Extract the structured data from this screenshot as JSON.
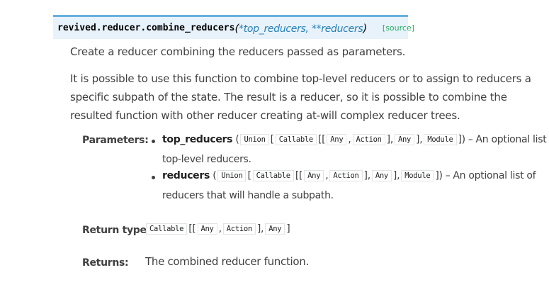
{
  "signature": {
    "name": "revived.reducer.combine_reducers",
    "open_paren": "(",
    "params": "*top_reducers, **reducers",
    "close_paren": ")",
    "source_link": "[source]"
  },
  "description": [
    "Create a reducer combining the reducers passed as parameters.",
    "It is possible to use this function to combine top-level reducers or to assign to reducers a specific subpath of the state. The result is a reducer, so it is possible to combine the resulted function with other reducer creating at-will complex reducer trees."
  ],
  "parameters": {
    "label": "Parameters:",
    "items": [
      {
        "name": "top_reducers",
        "type_open": "(",
        "union": "Union",
        "b1": "[",
        "callable": "Callable",
        "b2": "[[",
        "any": "Any",
        "comma1": ",",
        "action": "Action",
        "b3": "],",
        "any2": "Any",
        "b4": "],",
        "module": "Module",
        "b5": "])",
        "dash": "–",
        "desc_line1": "An optional list of",
        "desc_line2": "top-level reducers."
      },
      {
        "name": "reducers",
        "type_open": "(",
        "union": "Union",
        "b1": "[",
        "callable": "Callable",
        "b2": "[[",
        "any": "Any",
        "comma1": ",",
        "action": "Action",
        "b3": "],",
        "any2": "Any",
        "b4": "],",
        "module": "Module",
        "b5": "])",
        "dash": "–",
        "desc_line1": "An optional list of",
        "desc_line2": "reducers that will handle a subpath."
      }
    ]
  },
  "return_type": {
    "label": "Return type:",
    "callable": "Callable",
    "b1": "[[",
    "any": "Any",
    "comma": ",",
    "action": "Action",
    "b2": "],",
    "any2": "Any",
    "b3": "]"
  },
  "returns": {
    "label": "Returns:",
    "value": "The combined reducer function."
  }
}
